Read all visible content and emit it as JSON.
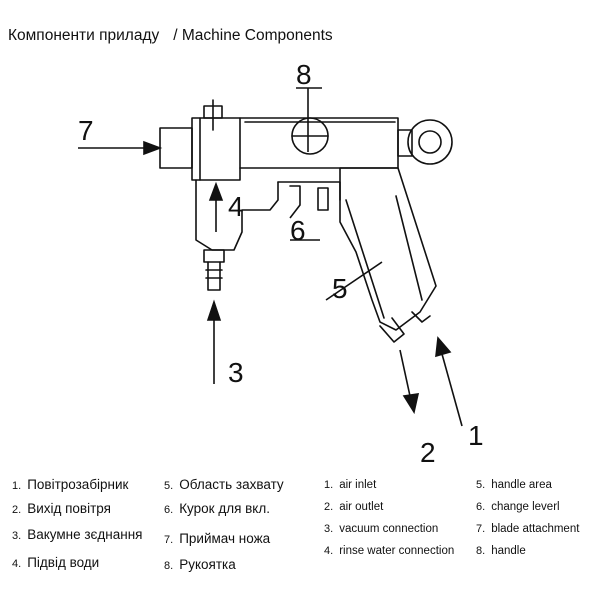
{
  "title": {
    "ukrainian": "Компоненти приладу",
    "english": "/ Machine Components"
  },
  "callouts": [
    "1",
    "2",
    "3",
    "4",
    "5",
    "6",
    "7",
    "8"
  ],
  "legend_ua_left": [
    {
      "num": "1.",
      "label": "Повітрозабірник"
    },
    {
      "num": "2.",
      "label": "Вихід повітря"
    },
    {
      "num": "3.",
      "label": "Вакумне зєднання"
    },
    {
      "num": "4.",
      "label": "Підвід води"
    }
  ],
  "legend_ua_right": [
    {
      "num": "5.",
      "label": "Область захвату"
    },
    {
      "num": "6.",
      "label": "Курок для вкл."
    },
    {
      "num": "7.",
      "label": "Приймач ножа"
    },
    {
      "num": "8.",
      "label": "Рукоятка"
    }
  ],
  "legend_en_left": [
    {
      "num": "1.",
      "label": "air inlet"
    },
    {
      "num": "2.",
      "label": "air outlet"
    },
    {
      "num": "3.",
      "label": "vacuum connection"
    },
    {
      "num": "4.",
      "label": "rinse water connection"
    }
  ],
  "legend_en_right": [
    {
      "num": "5.",
      "label": "handle area"
    },
    {
      "num": "6.",
      "label": "change leverl"
    },
    {
      "num": "7.",
      "label": "blade attachment"
    },
    {
      "num": "8.",
      "label": "handle"
    }
  ]
}
